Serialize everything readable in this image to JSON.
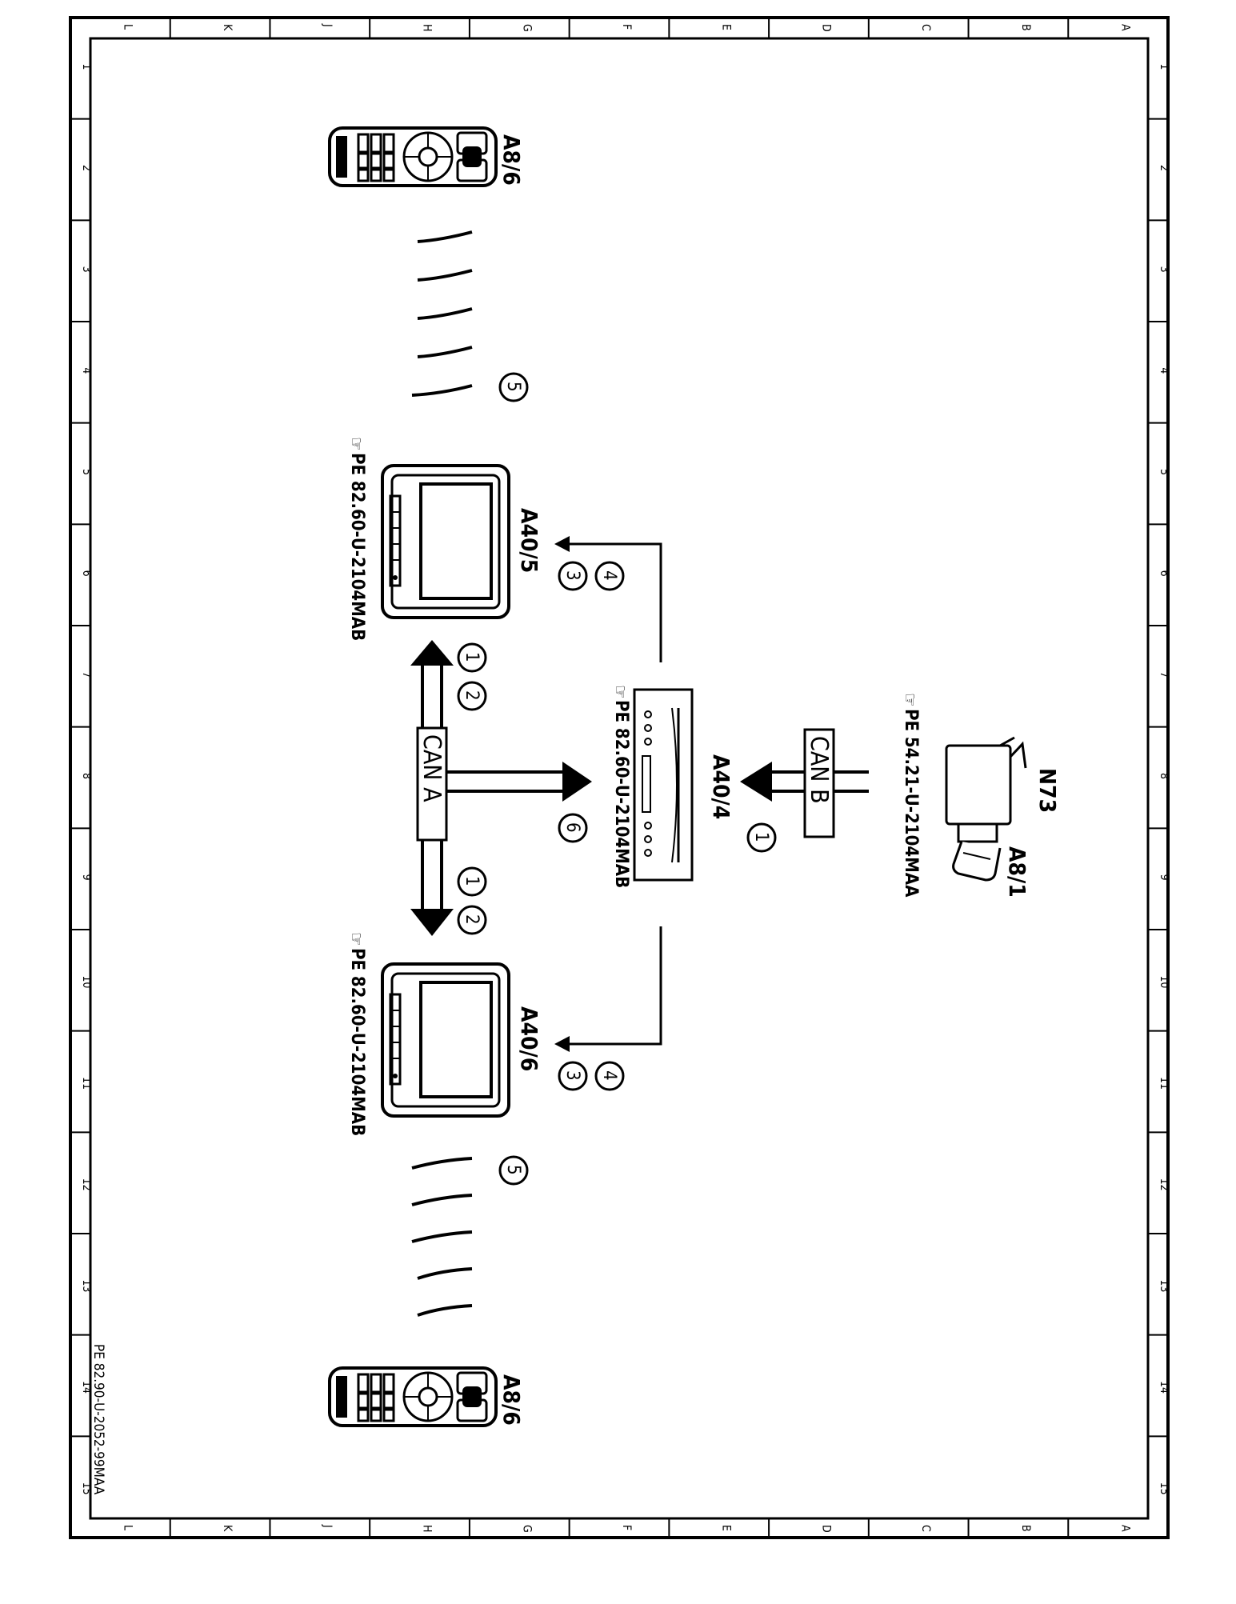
{
  "diagram": {
    "orientation": "rotated 90° clockwise (landscape sheet)",
    "column_labels": [
      "A",
      "B",
      "C",
      "D",
      "E",
      "F",
      "G",
      "H",
      "J",
      "K",
      "L"
    ],
    "row_labels": [
      "1",
      "2",
      "3",
      "4",
      "5",
      "6",
      "7",
      "8",
      "9",
      "10",
      "11",
      "12",
      "13",
      "14",
      "15"
    ],
    "drawing_number": "PE 82.90-U-2052-99MAA",
    "components": {
      "n73": "N73",
      "a8_1": "A8/1",
      "a40_4": "A40/4",
      "a40_5": "A40/5",
      "a40_6": "A40/6",
      "a8_6_top": "A8/6",
      "a8_6_bottom": "A8/6"
    },
    "references": {
      "n73_ref": "PE 54.21-U-2104MAA",
      "a40_4_ref": "PE 82.60-U-2104MAB",
      "a40_5_ref": "PE 82.60-U-2104MAB",
      "a40_6_ref": "PE 82.60-U-2104MAB"
    },
    "buses": {
      "can_b": "CAN B",
      "can_a": "CAN A"
    },
    "callouts": {
      "n1_a": "1",
      "n1_b": "1",
      "n1_c": "1",
      "n2_a": "2",
      "n2_b": "2",
      "n3_a": "3",
      "n3_b": "3",
      "n4_a": "4",
      "n4_b": "4",
      "n5_a": "5",
      "n5_b": "5",
      "n6": "6"
    }
  }
}
